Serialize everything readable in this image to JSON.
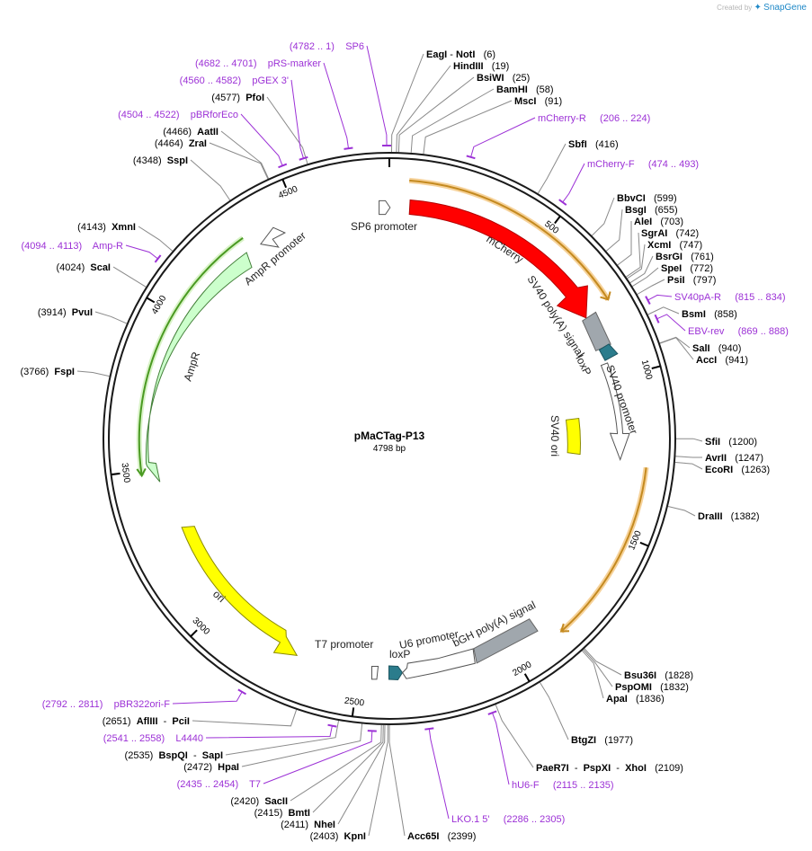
{
  "credit": {
    "prefix": "Created by",
    "brand": "SnapGene"
  },
  "plasmid": {
    "name": "pMaCTag-P13",
    "length_label": "4798 bp",
    "length": 4798
  },
  "ticks": [
    "500",
    "1000",
    "1500",
    "2000",
    "2500",
    "3000",
    "3500",
    "4000",
    "4500"
  ],
  "colors": {
    "primer": "#9c31d6",
    "mcherry": "#ff0000",
    "ampr": "#ccffcc",
    "ori": "#ffff00",
    "polyA": "#a0a7ad",
    "loxP": "#2b7c8c",
    "promoter": "#ffffff",
    "orf": "#f5b041",
    "ampr_orf": "#66bb33"
  },
  "enzymes": [
    {
      "name": "EagI",
      "pos": "(6)"
    },
    {
      "name": "NotI",
      "pos": "(6)"
    },
    {
      "name": "HindIII",
      "pos": "(19)"
    },
    {
      "name": "BsiWI",
      "pos": "(25)"
    },
    {
      "name": "BamHI",
      "pos": "(58)"
    },
    {
      "name": "MscI",
      "pos": "(91)"
    },
    {
      "name": "SbfI",
      "pos": "(416)"
    },
    {
      "name": "BbvCI",
      "pos": "(599)"
    },
    {
      "name": "BsgI",
      "pos": "(655)"
    },
    {
      "name": "AleI",
      "pos": "(703)"
    },
    {
      "name": "SgrAI",
      "pos": "(742)"
    },
    {
      "name": "XcmI",
      "pos": "(747)"
    },
    {
      "name": "BsrGI",
      "pos": "(761)"
    },
    {
      "name": "SpeI",
      "pos": "(772)"
    },
    {
      "name": "PsiI",
      "pos": "(797)"
    },
    {
      "name": "BsmI",
      "pos": "(858)"
    },
    {
      "name": "SalI",
      "pos": "(940)"
    },
    {
      "name": "AccI",
      "pos": "(941)"
    },
    {
      "name": "SfiI",
      "pos": "(1200)"
    },
    {
      "name": "AvrII",
      "pos": "(1247)"
    },
    {
      "name": "EcoRI",
      "pos": "(1263)"
    },
    {
      "name": "DraIII",
      "pos": "(1382)"
    },
    {
      "name": "Bsu36I",
      "pos": "(1828)"
    },
    {
      "name": "PspOMI",
      "pos": "(1832)"
    },
    {
      "name": "ApaI",
      "pos": "(1836)"
    },
    {
      "name": "BtgZI",
      "pos": "(1977)"
    },
    {
      "name": "PaeR7I",
      "pos": ""
    },
    {
      "name": "PspXI",
      "pos": ""
    },
    {
      "name": "XhoI",
      "pos": "(2109)"
    },
    {
      "name": "Acc65I",
      "pos": "(2399)"
    },
    {
      "name": "KpnI",
      "pos": "(2403)"
    },
    {
      "name": "NheI",
      "pos": "(2411)"
    },
    {
      "name": "BmtI",
      "pos": "(2415)"
    },
    {
      "name": "SacII",
      "pos": "(2420)"
    },
    {
      "name": "HpaI",
      "pos": "(2472)"
    },
    {
      "name": "BspQI",
      "pos": "(2535)"
    },
    {
      "name": "SapI",
      "pos": ""
    },
    {
      "name": "AflIII",
      "pos": "(2651)"
    },
    {
      "name": "PciI",
      "pos": ""
    },
    {
      "name": "FspI",
      "pos": "(3766)"
    },
    {
      "name": "PvuI",
      "pos": "(3914)"
    },
    {
      "name": "ScaI",
      "pos": "(4024)"
    },
    {
      "name": "XmnI",
      "pos": "(4143)"
    },
    {
      "name": "SspI",
      "pos": "(4348)"
    },
    {
      "name": "ZraI",
      "pos": "(4464)"
    },
    {
      "name": "AatII",
      "pos": "(4466)"
    },
    {
      "name": "PfoI",
      "pos": "(4577)"
    }
  ],
  "primers": [
    {
      "name": "SP6",
      "range": "(4782 .. 1)"
    },
    {
      "name": "pRS-marker",
      "range": "(4682 .. 4701)"
    },
    {
      "name": "pGEX 3'",
      "range": "(4560 .. 4582)"
    },
    {
      "name": "pBRforEco",
      "range": "(4504 .. 4522)"
    },
    {
      "name": "mCherry-R",
      "range": "(206 .. 224)"
    },
    {
      "name": "mCherry-F",
      "range": "(474 .. 493)"
    },
    {
      "name": "SV40pA-R",
      "range": "(815 .. 834)"
    },
    {
      "name": "EBV-rev",
      "range": "(869 .. 888)"
    },
    {
      "name": "Amp-R",
      "range": "(4094 .. 4113)"
    },
    {
      "name": "pBR322ori-F",
      "range": "(2792 .. 2811)"
    },
    {
      "name": "L4440",
      "range": "(2541 .. 2558)"
    },
    {
      "name": "T7",
      "range": "(2435 .. 2454)"
    },
    {
      "name": "LKO.1 5'",
      "range": "(2286 .. 2305)"
    },
    {
      "name": "hU6-F",
      "range": "(2115 .. 2135)"
    }
  ],
  "features": [
    {
      "name": "mCherry"
    },
    {
      "name": "SP6 promoter"
    },
    {
      "name": "SV40 poly(A) signal"
    },
    {
      "name": "loxP"
    },
    {
      "name": "SV40 promoter"
    },
    {
      "name": "SV40 ori"
    },
    {
      "name": "AmpR promoter"
    },
    {
      "name": "AmpR"
    },
    {
      "name": "ori"
    },
    {
      "name": "T7 promoter"
    },
    {
      "name": "loxP"
    },
    {
      "name": "U6 promoter"
    },
    {
      "name": "bGH poly(A) signal"
    }
  ]
}
